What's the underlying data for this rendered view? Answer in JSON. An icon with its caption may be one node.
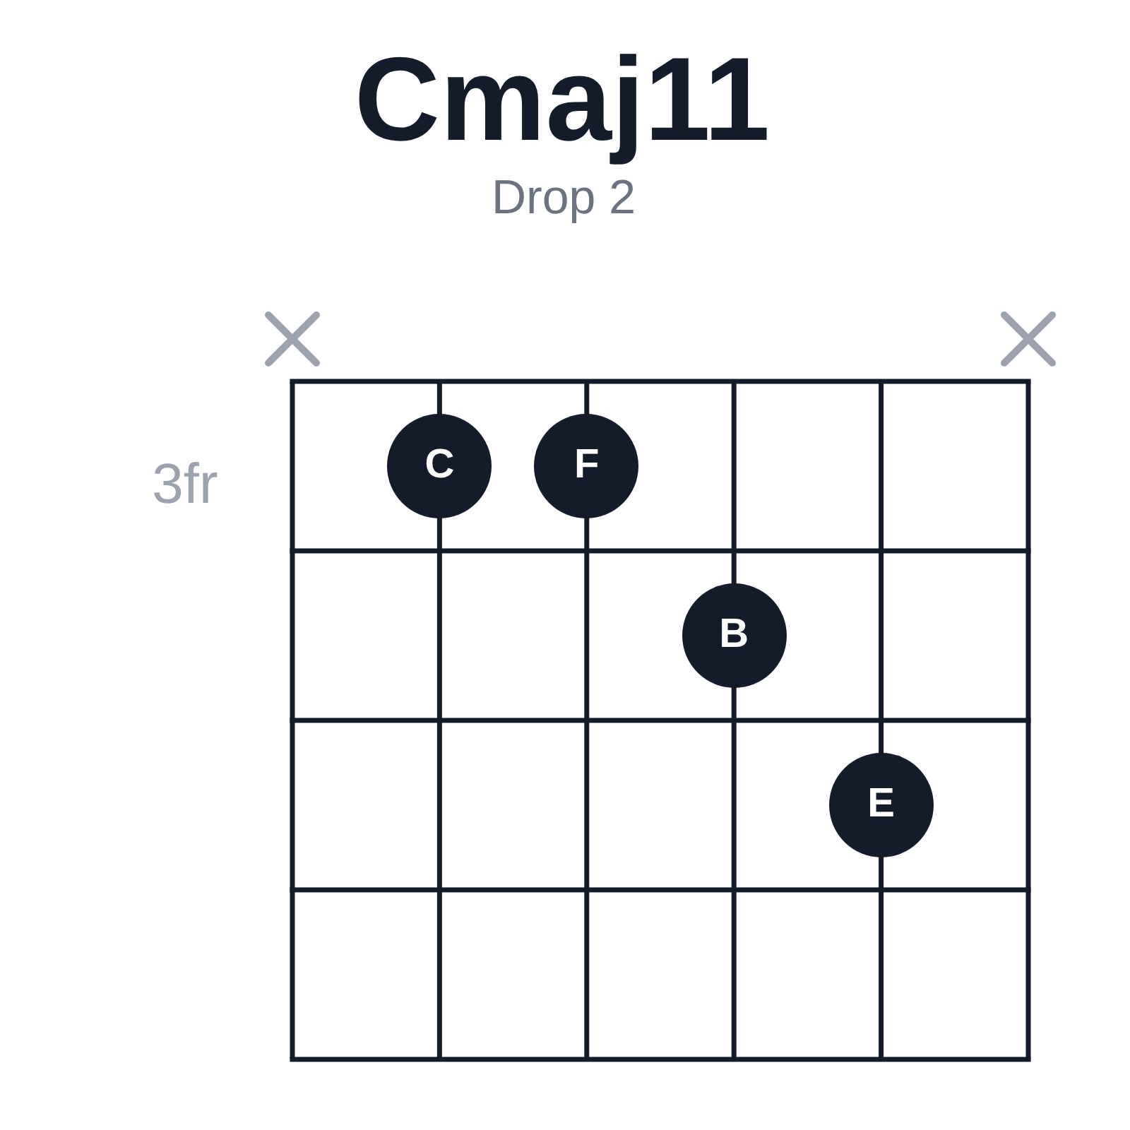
{
  "diagram": {
    "title": "Cmaj11",
    "nodes": [
      {
        "text": [
          "C"
        ]
      },
      {
        "text": [
          "F"
        ]
      },
      {
        "text": [
          "B"
        ]
      },
      {
        "text": [
          "E"
        ]
      }
    ],
    "labels": [
      "Drop 2",
      "3fr"
    ]
  }
}
